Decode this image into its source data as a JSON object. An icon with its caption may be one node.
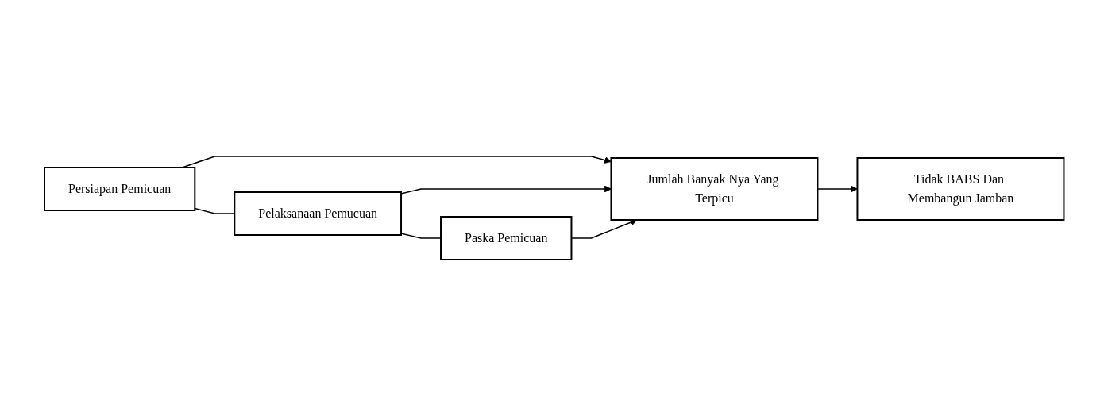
{
  "diagram": {
    "nodes": [
      {
        "text": [
          "Persiapan Pemicuan"
        ]
      },
      {
        "text": [
          "Pelaksanaan Pemucuan"
        ]
      },
      {
        "text": [
          "Paska Pemicuan"
        ]
      },
      {
        "text": [
          "Jumlah Banyak Nya Yang Terpicu"
        ]
      },
      {
        "text": [
          "Tidak BABS Dan Membangun Jamban"
        ]
      }
    ],
    "edges": [
      {
        "from": 0,
        "to": 1,
        "arrow": "none"
      },
      {
        "from": 1,
        "to": 2,
        "arrow": "none"
      },
      {
        "from": 0,
        "to": 3,
        "arrow": "to"
      },
      {
        "from": 1,
        "to": 3,
        "arrow": "to"
      },
      {
        "from": 2,
        "to": 3,
        "arrow": "to"
      },
      {
        "from": 3,
        "to": 4,
        "arrow": "to"
      }
    ]
  }
}
